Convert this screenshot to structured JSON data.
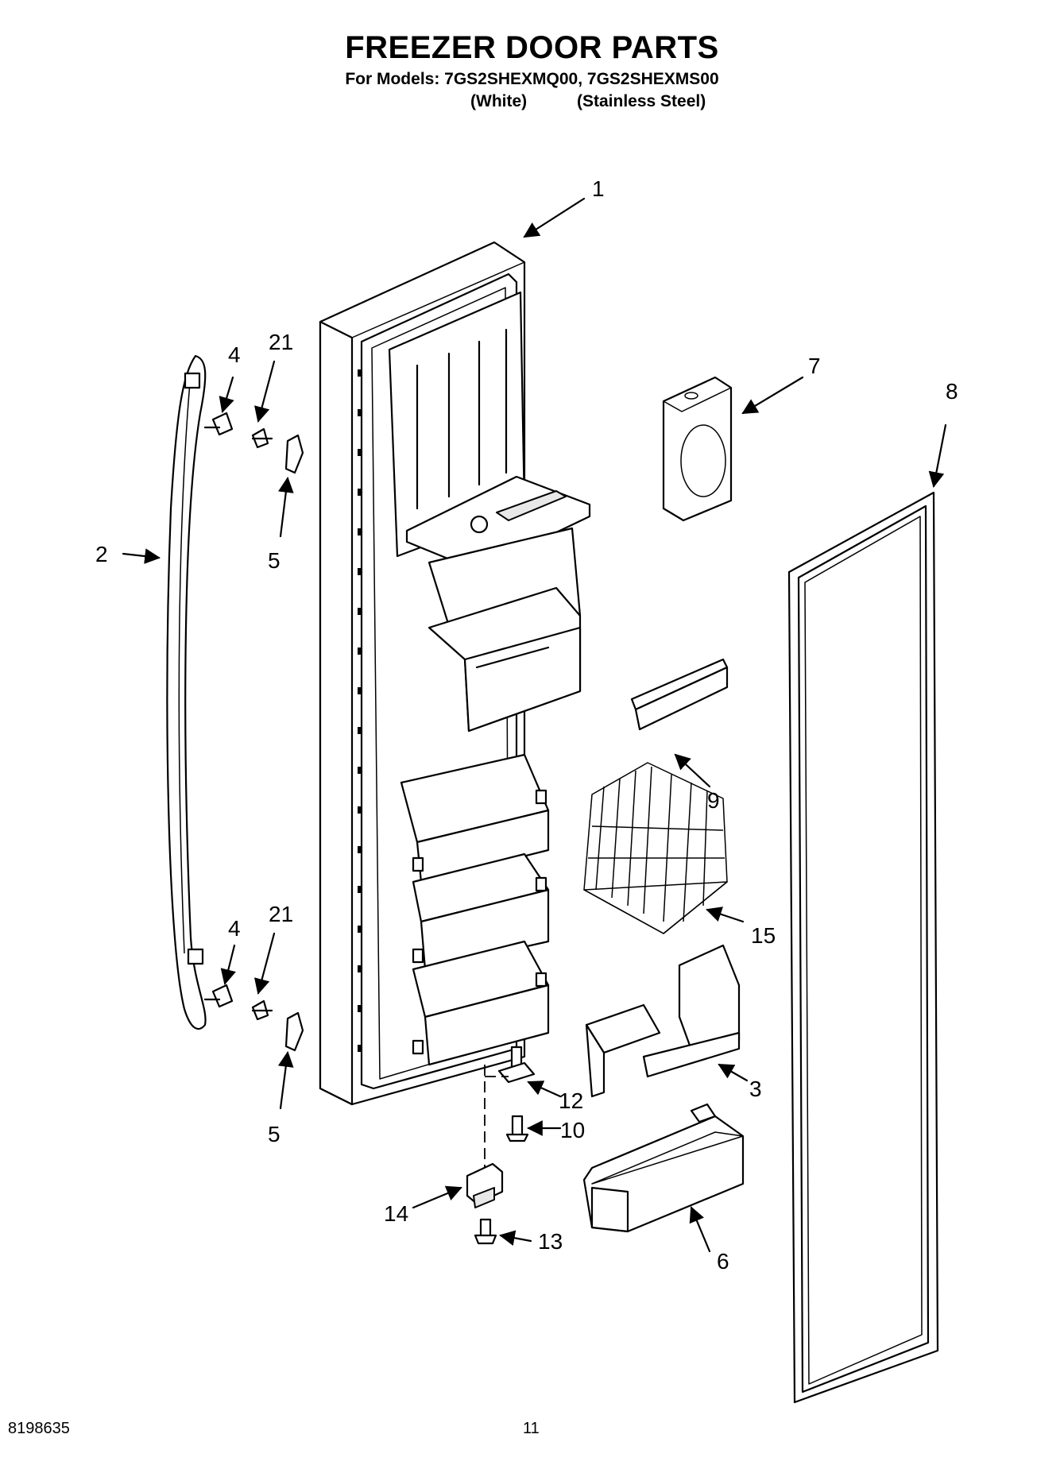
{
  "header": {
    "title": "FREEZER DOOR PARTS",
    "models_line": "For Models: 7GS2SHEXMQ00, 7GS2SHEXMS00",
    "variant_white": "(White)",
    "variant_stainless": "(Stainless Steel)"
  },
  "callouts": {
    "c1": "1",
    "c2": "2",
    "c3": "3",
    "c4_top": "4",
    "c4_bottom": "4",
    "c5_top": "5",
    "c5_bottom": "5",
    "c6": "6",
    "c7": "7",
    "c8": "8",
    "c9": "9",
    "c10": "10",
    "c12": "12",
    "c13": "13",
    "c14": "14",
    "c15": "15",
    "c21_top": "21",
    "c21_bottom": "21"
  },
  "footer": {
    "doc_number": "8198635",
    "page_number": "11"
  }
}
